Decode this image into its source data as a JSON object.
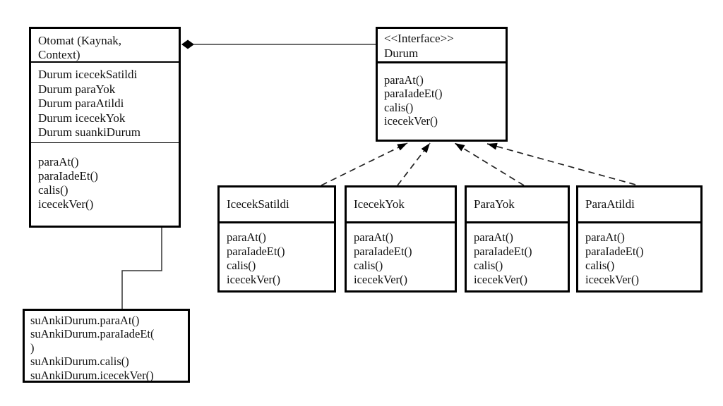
{
  "diagram_title": "State pattern UML class diagram (Otomat / Durum)",
  "otomat": {
    "title_lines": [
      "Otomat (Kaynak,",
      "Context)"
    ],
    "fields": [
      "Durum icecekSatildi",
      "Durum paraYok",
      "Durum paraAtildi",
      "Durum icecekYok",
      "Durum suankiDurum"
    ],
    "methods": [
      "paraAt()",
      "paraIadeEt()",
      "calis()",
      "icecekVer()"
    ]
  },
  "interface": {
    "stereotype": "<<Interface>>",
    "name": "Durum",
    "methods": [
      "paraAt()",
      "paraIadeEt()",
      "calis()",
      "icecekVer()"
    ]
  },
  "states": [
    {
      "name": "IcecekSatildi",
      "methods": [
        "paraAt()",
        "paraIadeEt()",
        "calis()",
        "icecekVer()"
      ]
    },
    {
      "name": "IcecekYok",
      "methods": [
        "paraAt()",
        "paraIadeEt()",
        "calis()",
        "icecekVer()"
      ]
    },
    {
      "name": "ParaYok",
      "methods": [
        "paraAt()",
        "paraIadeEt()",
        "calis()",
        "icecekVer()"
      ]
    },
    {
      "name": "ParaAtildi",
      "methods": [
        "paraAt()",
        "paraIadeEt()",
        "calis()",
        "icecekVer()"
      ]
    }
  ],
  "note": {
    "lines": [
      "suAnkiDurum.paraAt()",
      "suAnkiDurum.paraIadeEt(",
      ")",
      "suAnkiDurum.calis()",
      "suAnkiDurum.icecekVer()"
    ]
  },
  "relations": {
    "composition": "Otomat ◆— Durum",
    "realizations": [
      "IcecekSatildi",
      "IcecekYok",
      "ParaYok",
      "ParaAtildi"
    ]
  },
  "colors": {
    "background": "#ffffff",
    "line": "#000000",
    "muted_line": "#444444",
    "text": "#111111"
  }
}
